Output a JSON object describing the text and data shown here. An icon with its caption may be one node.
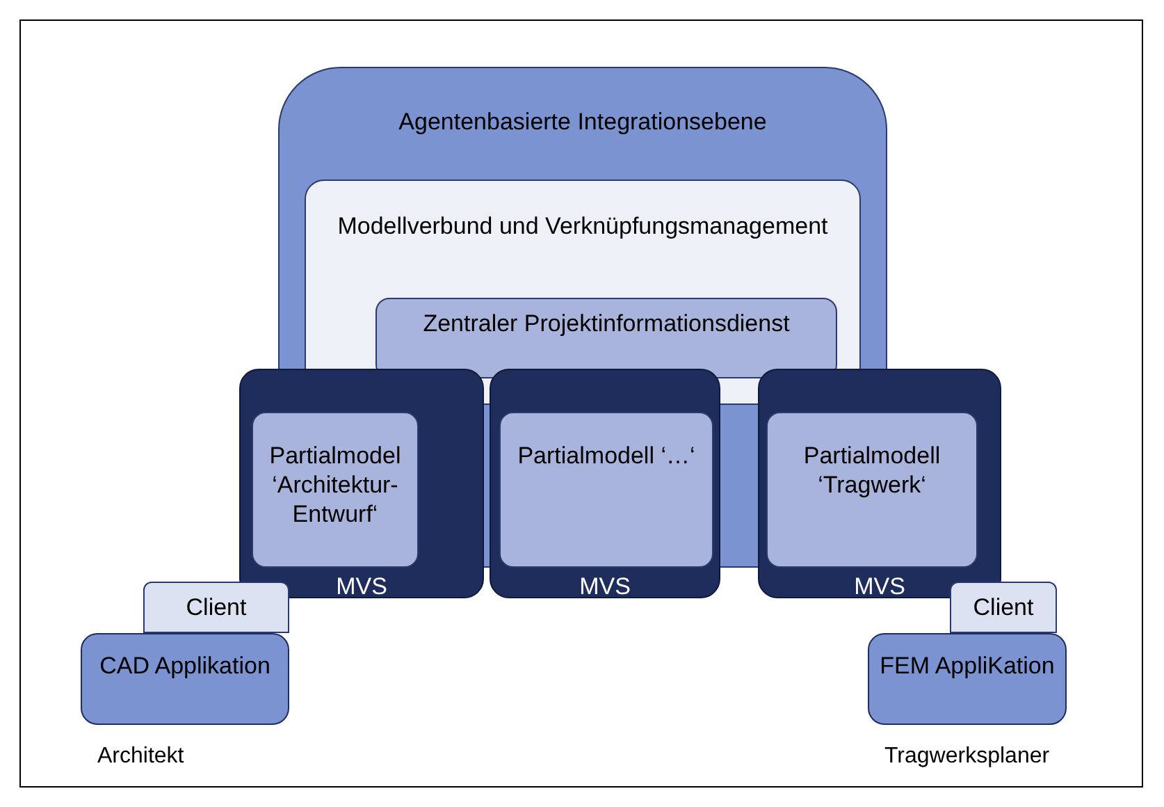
{
  "diagram": {
    "nodes": [
      {
        "text": [
          "Agentenbasierte Integrationsebene"
        ]
      },
      {
        "text": [
          "Modellverbund und Verknüpfungsmanagement"
        ],
        "in": 0
      },
      {
        "text": [
          "Zentraler Projektinformationsdienst"
        ],
        "in": 1
      },
      {
        "text": [
          "MVS"
        ]
      },
      {
        "text": [
          "Partialmodel ‘Architektur-Entwurf‘"
        ],
        "in": 3
      },
      {
        "text": [
          "MVS"
        ]
      },
      {
        "text": [
          "Partialmodell ‘…‘"
        ],
        "in": 5
      },
      {
        "text": [
          "MVS"
        ]
      },
      {
        "text": [
          "Partialmodell ‘Tragwerk‘"
        ],
        "in": 7
      },
      {
        "text": [
          "Client"
        ]
      },
      {
        "text": [
          "CAD Applikation"
        ],
        "beside": [
          "Architekt"
        ]
      },
      {
        "text": [
          "Client"
        ]
      },
      {
        "text": [
          "FEM AppliKation"
        ],
        "beside": [
          "Tragwerksplaner"
        ]
      }
    ],
    "edges": []
  }
}
